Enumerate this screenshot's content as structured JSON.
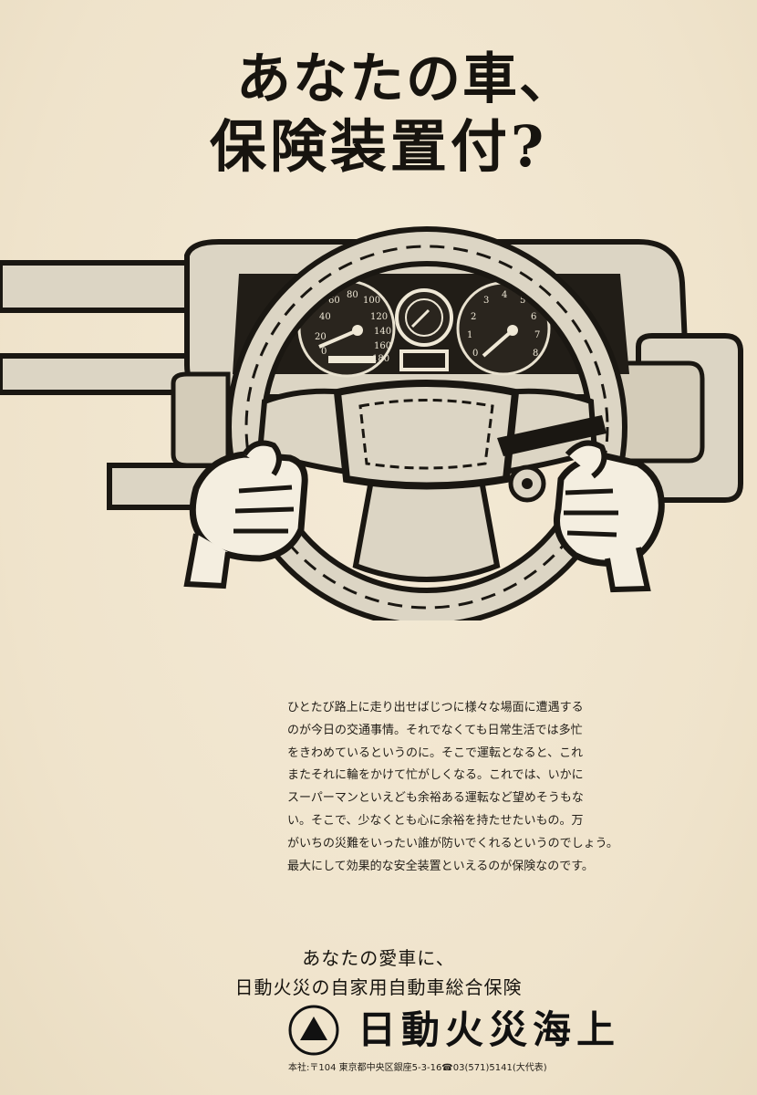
{
  "headline": {
    "line1": "あなたの車、",
    "line2": "保険装置付?"
  },
  "gauges": {
    "speed_ticks": [
      "0",
      "20",
      "40",
      "60",
      "80",
      "100",
      "120",
      "140",
      "160",
      "180"
    ],
    "tacho_ticks": [
      "0",
      "1",
      "2",
      "3",
      "4",
      "5",
      "6",
      "7",
      "8"
    ]
  },
  "body_copy": [
    "ひとたび路上に走り出せばじつに様々な場面に遭遇する",
    "のが今日の交通事情。それでなくても日常生活では多忙",
    "をきわめているというのに。そこで運転となると、これ",
    "またそれに輪をかけて忙がしくなる。これでは、いかに",
    "スーパーマンといえども余裕ある運転など望めそうもな",
    "い。そこで、少なくとも心に余裕を持たせたいもの。万",
    "がいちの災難をいったい誰が防いでくれるというのでしょう。",
    "最大にして効果的な安全装置といえるのが保険なのです。"
  ],
  "tagline": {
    "line1": "あなたの愛車に、",
    "line2": "日動火災の自家用自動車総合保険"
  },
  "company_name": "日動火災海上",
  "address": "本社:〒104 東京都中央区銀座5-3-16☎03(571)5141(大代表)"
}
